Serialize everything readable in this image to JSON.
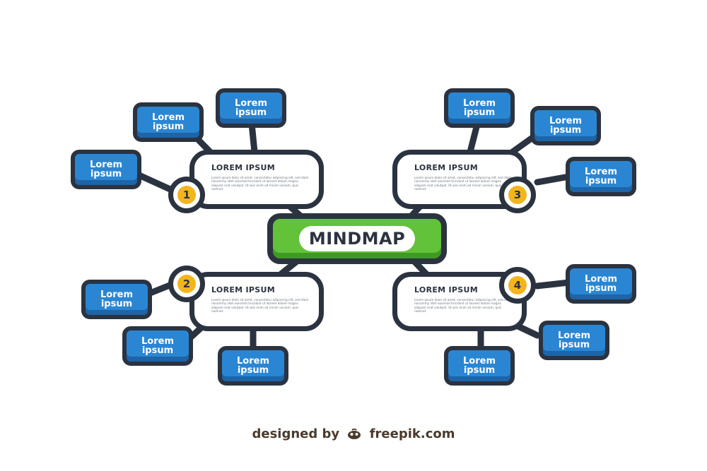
{
  "center": {
    "label": "MINDMAP"
  },
  "leaf_text": [
    "Lorem",
    "ipsum"
  ],
  "branches": [
    {
      "number": "1",
      "title": "LOREM IPSUM",
      "body": "Lorem ipsum dolor sit amet, consectetur adipiscing elit, sed diam nonummy nibh euismod tincidunt ut laoreet dolore magna aliquam erat volutpat. Ut wisi enim ad minim veniam, quis nostrud."
    },
    {
      "number": "2",
      "title": "LOREM IPSUM",
      "body": "Lorem ipsum dolor sit amet, consectetur adipiscing elit, sed diam nonummy nibh euismod tincidunt ut laoreet dolore magna aliquam erat volutpat. Ut wisi enim ad minim veniam, quis nostrud."
    },
    {
      "number": "3",
      "title": "LOREM IPSUM",
      "body": "Lorem ipsum dolor sit amet, consectetur adipiscing elit, sed diam nonummy nibh euismod tincidunt ut laoreet dolore magna aliquam erat volutpat. Ut wisi enim ad minim veniam, quis nostrud."
    },
    {
      "number": "4",
      "title": "LOREM IPSUM",
      "body": "Lorem ipsum dolor sit amet, consectetur adipiscing elit, sed diam nonummy nibh euismod tincidunt ut laoreet dolore magna aliquam erat volutpat. Ut wisi enim ad minim veniam, quis nostrud."
    }
  ],
  "credit": {
    "prefix": "designed by",
    "brand": "freepik.com"
  },
  "colors": {
    "outline": "#2b3340",
    "leaf": "#2a86d3",
    "center": "#62c23a",
    "badge": "#f4b51c",
    "credit": "#4a3a2c"
  },
  "icons": {
    "credit": "freepik-logo-icon"
  }
}
